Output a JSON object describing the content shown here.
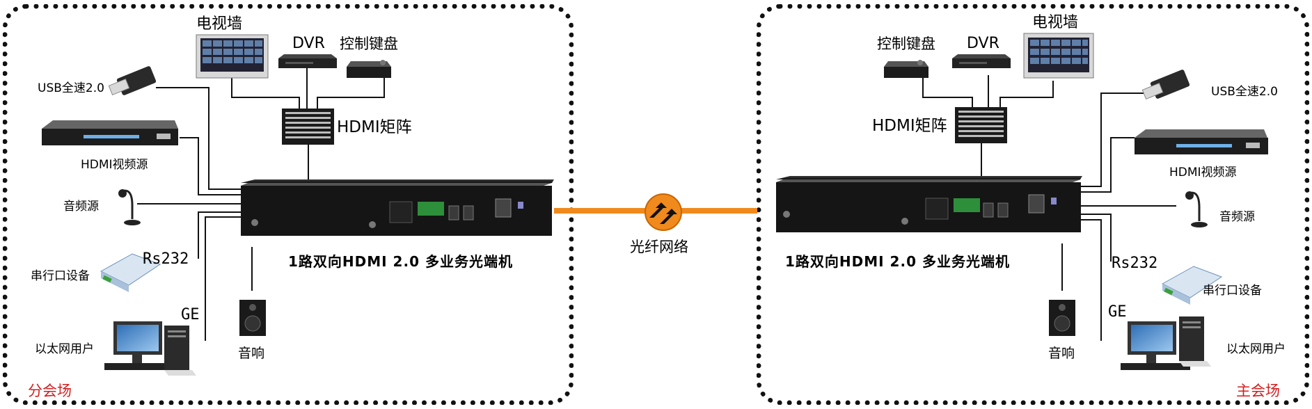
{
  "branch": {
    "name": "分会场",
    "tv_wall": "电视墙",
    "dvr": "DVR",
    "keyboard": "控制键盘",
    "matrix": "HDMI矩阵",
    "usb": "USB全速2.0",
    "hdmi_source": "HDMI视频源",
    "audio_source": "音频源",
    "rs232": "Rs232",
    "serial_device": "串行口设备",
    "ge": "GE",
    "ethernet_user": "以太网用户",
    "speaker": "音响",
    "device_title": "1路双向HDMI 2.0 多业务光端机"
  },
  "main": {
    "name": "主会场",
    "tv_wall": "电视墙",
    "dvr": "DVR",
    "keyboard": "控制键盘",
    "matrix": "HDMI矩阵",
    "usb": "USB全速2.0",
    "hdmi_source": "HDMI视频源",
    "audio_source": "音频源",
    "rs232": "Rs232",
    "serial_device": "串行口设备",
    "ge": "GE",
    "ethernet_user": "以太网用户",
    "speaker": "音响",
    "device_title": "1路双向HDMI 2.0 多业务光端机"
  },
  "network": {
    "label": "光纤网络"
  },
  "colors": {
    "fiber": "#f08a1c",
    "site_name": "#d21f1f",
    "dotted_border": "#111111"
  }
}
